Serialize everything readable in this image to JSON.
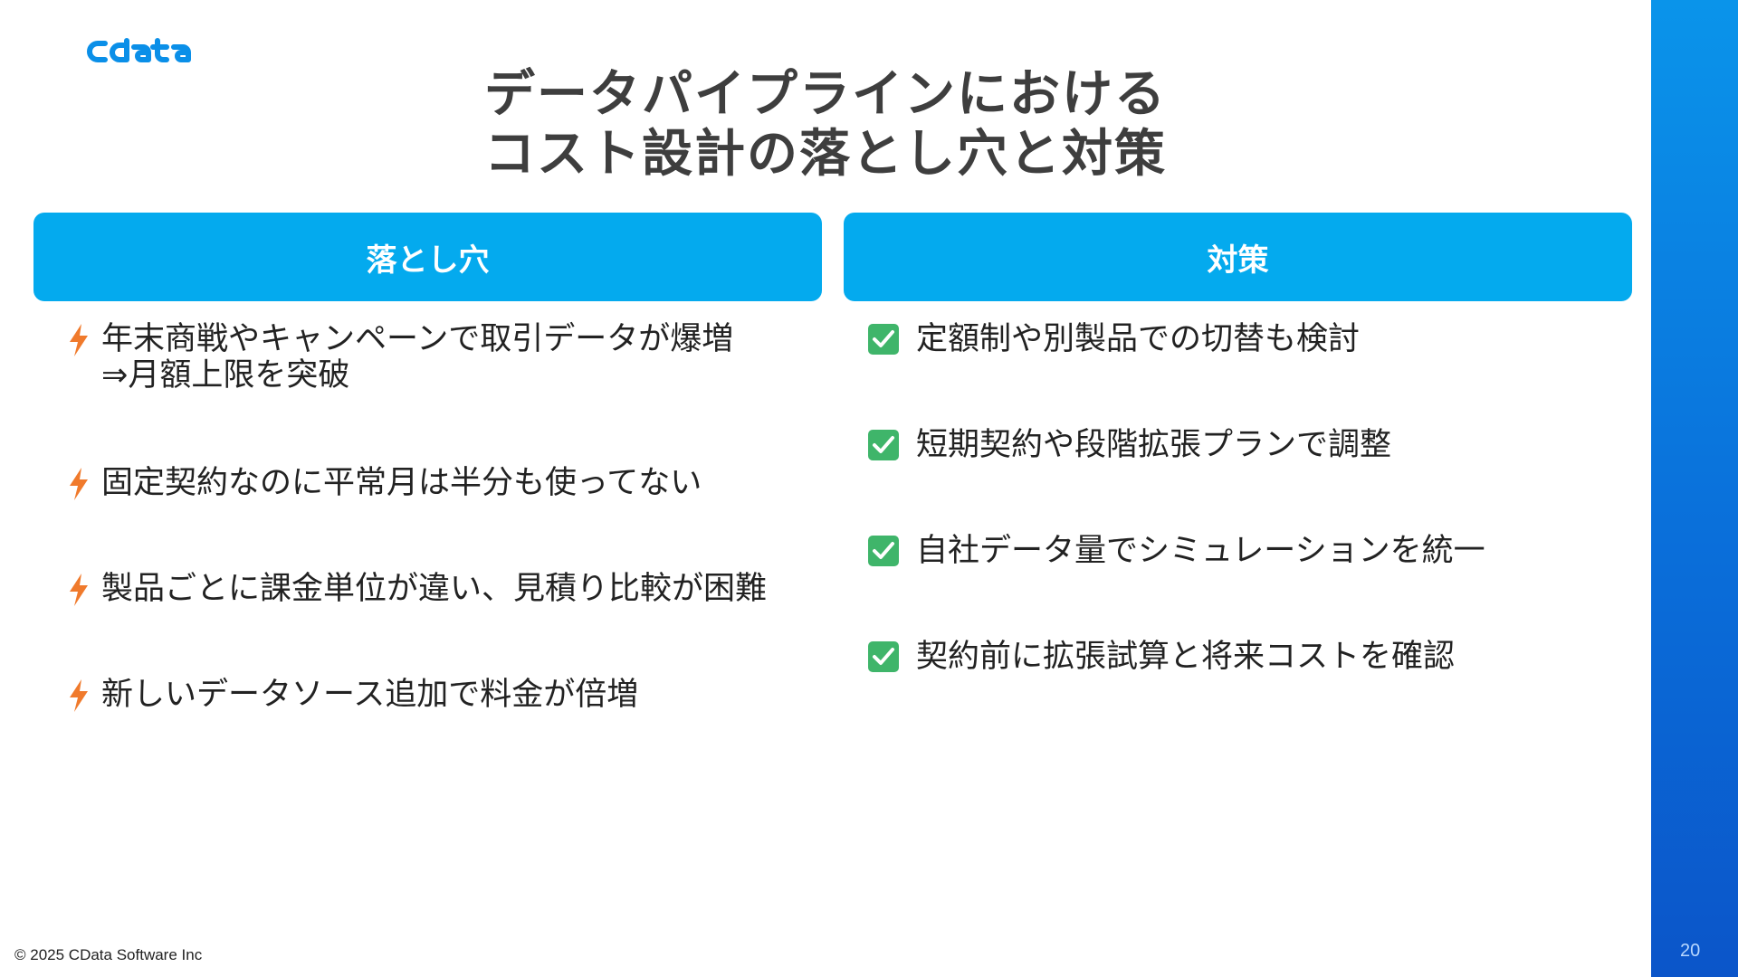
{
  "brand": {
    "logo_text": "cdata",
    "accent_color": "#04aaee",
    "sidebar_color": "#0a6fda"
  },
  "title": {
    "line1": "データパイプラインにおける",
    "line2": "コスト設計の落とし穴と対策"
  },
  "columns": {
    "pitfalls": {
      "header": "落とし穴",
      "icon": "lightning-bolt-icon",
      "items": [
        "年末商戦やキャンペーンで取引データが爆増\n⇒月額上限を突破",
        "固定契約なのに平常月は半分も使ってない",
        "製品ごとに課金単位が違い、見積り比較が困難",
        "新しいデータソース追加で料金が倍増"
      ]
    },
    "countermeasures": {
      "header": "対策",
      "icon": "check-box-icon",
      "items": [
        "定額制や別製品での切替も検討",
        "短期契約や段階拡張プランで調整",
        "自社データ量でシミュレーションを統一",
        "契約前に拡張試算と将来コストを確認"
      ]
    }
  },
  "footer": {
    "copyright": "© 2025 CData Software Inc",
    "page_number": "20"
  }
}
